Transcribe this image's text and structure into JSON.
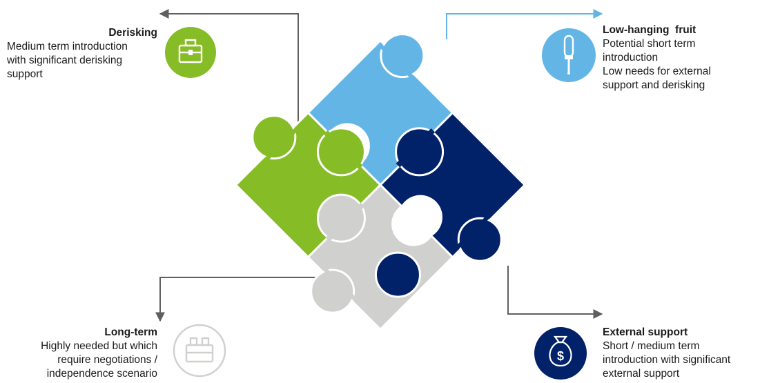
{
  "quadrants": {
    "derisking": {
      "title": "Derisking",
      "lines": [
        "Medium term introduction",
        "with significant derisking",
        "support"
      ],
      "color": "#86bc25",
      "icon": "toolbox-icon"
    },
    "low_hanging": {
      "title": "Low-hanging  fruit",
      "lines": [
        "Potential short term",
        "introduction",
        "Low needs for external",
        "support and derisking"
      ],
      "color": "#62b5e5",
      "icon": "screwdriver-icon"
    },
    "long_term": {
      "title": "Long-term",
      "lines": [
        "Highly needed but which",
        "require negotiations /",
        "independence scenario"
      ],
      "color": "#d0d0ce",
      "icon": "toolbox-outline-icon"
    },
    "external_support": {
      "title": "External support",
      "lines": [
        "Short / medium term",
        "introduction with significant",
        "external support"
      ],
      "color": "#012169",
      "icon": "money-bag-icon"
    }
  },
  "connector_colors": {
    "gray": "#5f5f5f",
    "blue": "#62b5e5"
  }
}
